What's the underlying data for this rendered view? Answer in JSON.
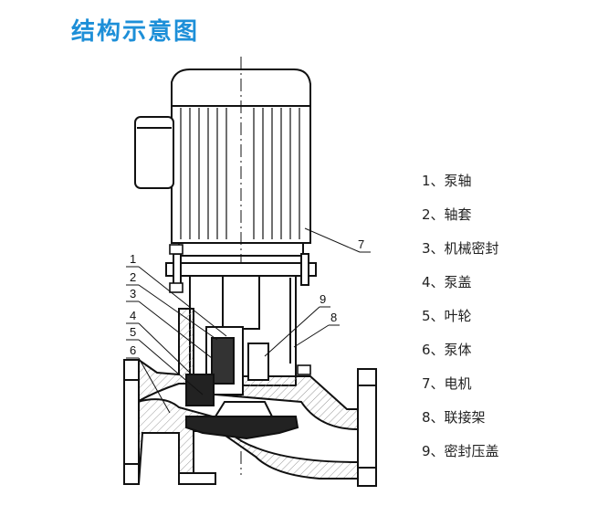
{
  "title": "结构示意图",
  "legend": [
    "1、泵轴",
    "2、轴套",
    "3、机械密封",
    "4、泵盖",
    "5、叶轮",
    "6、泵体",
    "7、电机",
    "8、联接架",
    "9、密封压盖"
  ],
  "callouts": [
    "1",
    "2",
    "3",
    "4",
    "5",
    "6",
    "7",
    "8",
    "9"
  ],
  "colors": {
    "title": "#1d8fd8",
    "line": "#111111",
    "hatch": "#e8e8e8"
  }
}
